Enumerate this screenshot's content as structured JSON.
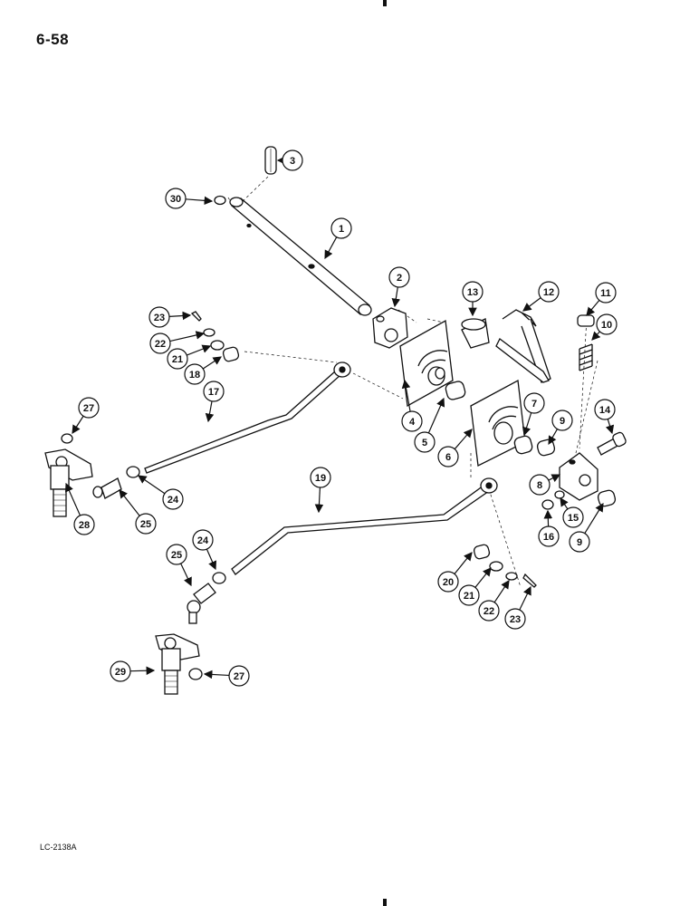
{
  "page": {
    "number": "6-58",
    "figure_code": "LC-2138A"
  },
  "colors": {
    "ink": "#111111",
    "paper": "#ffffff"
  },
  "parts": [
    {
      "id": "p1",
      "label": "1"
    },
    {
      "id": "p2",
      "label": "2"
    },
    {
      "id": "p3",
      "label": "3"
    },
    {
      "id": "p4",
      "label": "4"
    },
    {
      "id": "p5",
      "label": "5"
    },
    {
      "id": "p6",
      "label": "6"
    },
    {
      "id": "p7",
      "label": "7"
    },
    {
      "id": "p8",
      "label": "8"
    },
    {
      "id": "p9a",
      "label": "9"
    },
    {
      "id": "p9b",
      "label": "9"
    },
    {
      "id": "p10",
      "label": "10"
    },
    {
      "id": "p11",
      "label": "11"
    },
    {
      "id": "p12",
      "label": "12"
    },
    {
      "id": "p13",
      "label": "13"
    },
    {
      "id": "p14",
      "label": "14"
    },
    {
      "id": "p15",
      "label": "15"
    },
    {
      "id": "p16",
      "label": "16"
    },
    {
      "id": "p17",
      "label": "17"
    },
    {
      "id": "p18",
      "label": "18"
    },
    {
      "id": "p19",
      "label": "19"
    },
    {
      "id": "p20",
      "label": "20"
    },
    {
      "id": "p21a",
      "label": "21"
    },
    {
      "id": "p21b",
      "label": "21"
    },
    {
      "id": "p22a",
      "label": "22"
    },
    {
      "id": "p22b",
      "label": "22"
    },
    {
      "id": "p23a",
      "label": "23"
    },
    {
      "id": "p23b",
      "label": "23"
    },
    {
      "id": "p24a",
      "label": "24"
    },
    {
      "id": "p24b",
      "label": "24"
    },
    {
      "id": "p25a",
      "label": "25"
    },
    {
      "id": "p25b",
      "label": "25"
    },
    {
      "id": "p27a",
      "label": "27"
    },
    {
      "id": "p27b",
      "label": "27"
    },
    {
      "id": "p28",
      "label": "28"
    },
    {
      "id": "p29",
      "label": "29"
    },
    {
      "id": "p30",
      "label": "30"
    }
  ]
}
